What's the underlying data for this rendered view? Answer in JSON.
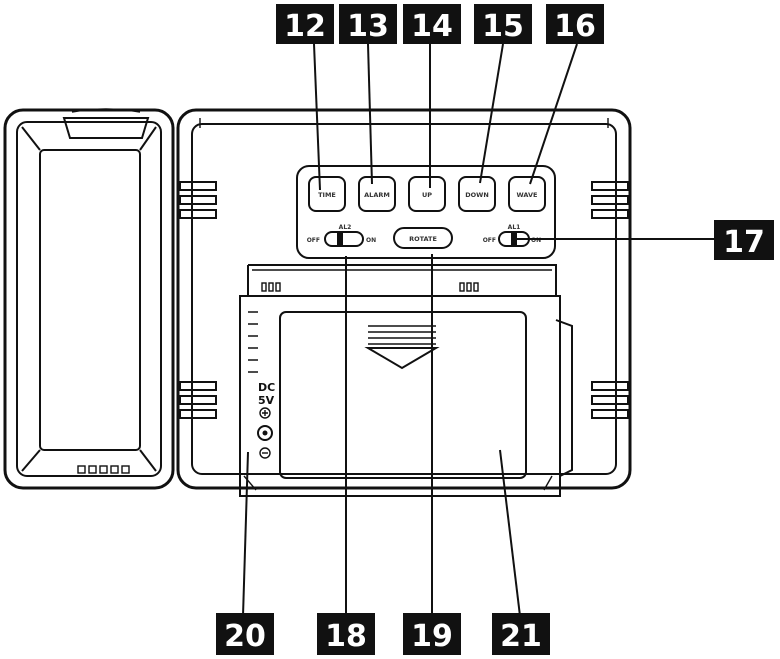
{
  "buttons": {
    "time": "TIME",
    "alarm": "ALARM",
    "up": "UP",
    "down": "DOWN",
    "wave": "WAVE",
    "rotate": "ROTATE"
  },
  "switches": {
    "al2": {
      "label": "AL2",
      "off": "OFF",
      "on": "ON"
    },
    "al1": {
      "label": "AL1",
      "off": "OFF",
      "on": "ON"
    }
  },
  "power": {
    "dc": "DC",
    "voltage": "5V"
  },
  "callouts": {
    "c12": "12",
    "c13": "13",
    "c14": "14",
    "c15": "15",
    "c16": "16",
    "c17": "17",
    "c18": "18",
    "c19": "19",
    "c20": "20",
    "c21": "21"
  }
}
